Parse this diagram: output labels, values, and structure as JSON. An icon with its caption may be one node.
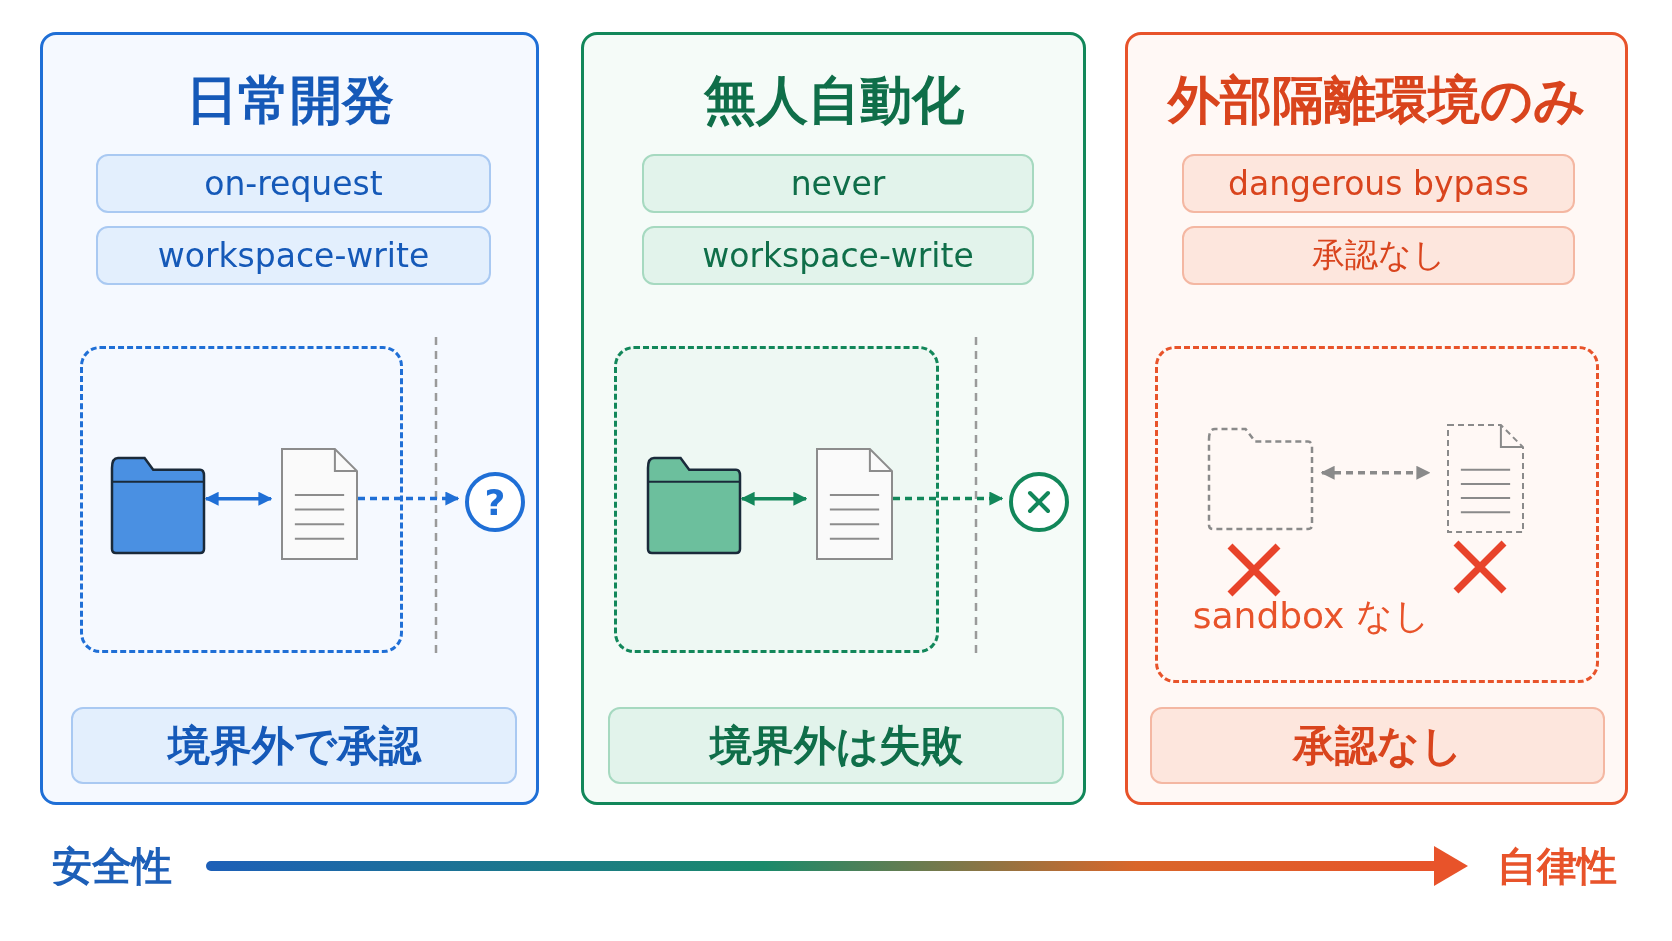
{
  "diagram": {
    "nodes": [
      {
        "text": [
          "日常開発"
        ]
      },
      {
        "text": [
          "on-request"
        ],
        "in": 0
      },
      {
        "text": [
          "workspace-write"
        ],
        "in": 0
      },
      {
        "text": [],
        "shape": "box",
        "in": 0
      },
      {
        "text": [],
        "shape": "folder",
        "in": 3
      },
      {
        "text": [],
        "shape": "document",
        "in": 3
      },
      {
        "text": [
          "?"
        ],
        "in": 0
      },
      {
        "text": [
          "境界外で承認"
        ],
        "in": 0
      },
      {
        "text": [
          "無人自動化"
        ]
      },
      {
        "text": [
          "never"
        ],
        "in": 8
      },
      {
        "text": [
          "workspace-write"
        ],
        "in": 8
      },
      {
        "text": [],
        "shape": "box",
        "in": 8
      },
      {
        "text": [],
        "shape": "folder",
        "in": 11
      },
      {
        "text": [],
        "shape": "document",
        "in": 11
      },
      {
        "text": [],
        "shape": "circle",
        "in": 8
      },
      {
        "text": [
          "境界外は失敗"
        ],
        "in": 8
      },
      {
        "text": [
          "外部隔離環境のみ"
        ]
      },
      {
        "text": [
          "dangerous bypass"
        ],
        "in": 16
      },
      {
        "text": [
          "承認なし"
        ],
        "in": 16
      },
      {
        "text": [
          "sandbox なし"
        ],
        "in": 16
      },
      {
        "text": [],
        "shape": "folder",
        "in": 19
      },
      {
        "text": [],
        "shape": "document",
        "in": 19
      },
      {
        "text": [
          "承認なし"
        ],
        "in": 16
      }
    ],
    "edges": [
      {
        "from": 4,
        "to": 5,
        "arrow": "both",
        "color": "#1f6fd6"
      },
      {
        "from": 5,
        "to": 6,
        "arrow": "to",
        "style": "dashed",
        "color": "#1f6fd6"
      },
      {
        "from": 12,
        "to": 13,
        "arrow": "both",
        "color": "#12875a"
      },
      {
        "from": 13,
        "to": 14,
        "arrow": "to",
        "style": "dashed",
        "color": "#12875a"
      },
      {
        "from": 20,
        "to": 21,
        "arrow": "both",
        "style": "dashed",
        "color": "#8a8a8a"
      }
    ],
    "labels": [
      "安全性",
      "自律性"
    ]
  }
}
